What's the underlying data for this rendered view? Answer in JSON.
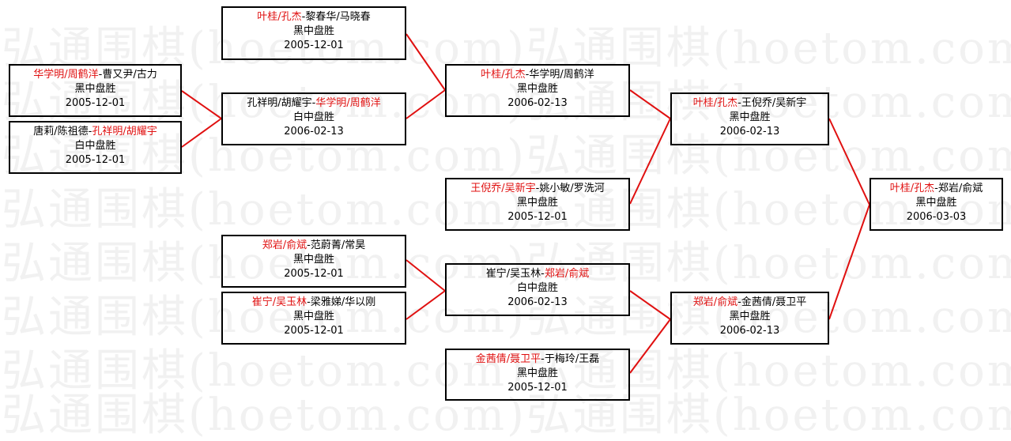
{
  "watermark": {
    "lines": [
      "弘通围棋(hoetom.com)弘通围棋(hoetom.com)",
      "弘通围棋(hoetom.com)弘通围棋(hoetom.com)",
      "弘通围棋(hoetom.com)弘通围棋(hoetom.com)",
      "弘通围棋(hoetom.com)弘通围棋(hoetom.com)",
      "弘通围棋(hoetom.com)弘通围棋(hoetom.com)",
      "弘通围棋(hoetom.com)弘通围棋(hoetom.com)",
      "弘通围棋(hoetom.com)弘通围棋(hoetom.com)",
      "弘通围棋(hoetom.com)弘通围棋(hoetom.com)"
    ]
  },
  "colors": {
    "winner": "#e01010",
    "connector": "#e01010",
    "border": "#000000"
  },
  "matches": [
    {
      "id": "r1-m1",
      "winner_first": true,
      "winner": "华学明/周鹤洋",
      "loser": "曹又尹/古力",
      "result": "黑中盘胜",
      "date": "2005-12-01"
    },
    {
      "id": "r1-m2",
      "winner_first": false,
      "winner": "孔祥明/胡耀宇",
      "loser": "唐莉/陈祖德",
      "result": "白中盘胜",
      "date": "2005-12-01"
    },
    {
      "id": "r2-m1",
      "winner_first": true,
      "winner": "叶桂/孔杰",
      "loser": "黎春华/马晓春",
      "result": "黑中盘胜",
      "date": "2005-12-01"
    },
    {
      "id": "r2-m2",
      "winner_first": false,
      "winner": "华学明/周鹤洋",
      "loser": "孔祥明/胡耀宇",
      "result": "白中盘胜",
      "date": "2006-02-13"
    },
    {
      "id": "r2-m3",
      "winner_first": true,
      "winner": "郑岩/俞斌",
      "loser": "范蔚菁/常昊",
      "result": "黑中盘胜",
      "date": "2005-12-01"
    },
    {
      "id": "r2-m4",
      "winner_first": true,
      "winner": "崔宁/吴玉林",
      "loser": "梁雅娣/华以刚",
      "result": "黑中盘胜",
      "date": "2005-12-01"
    },
    {
      "id": "r3-m1",
      "winner_first": true,
      "winner": "叶桂/孔杰",
      "loser": "华学明/周鹤洋",
      "result": "黑中盘胜",
      "date": "2006-02-13"
    },
    {
      "id": "r3-m2",
      "winner_first": true,
      "winner": "王倪乔/吴新宇",
      "loser": "姚小敏/罗洗河",
      "result": "黑中盘胜",
      "date": "2005-12-01"
    },
    {
      "id": "r3-m3",
      "winner_first": false,
      "winner": "郑岩/俞斌",
      "loser": "崔宁/吴玉林",
      "result": "白中盘胜",
      "date": "2006-02-13"
    },
    {
      "id": "r3-m4",
      "winner_first": true,
      "winner": "金茜倩/聂卫平",
      "loser": "于梅玲/王磊",
      "result": "黑中盘胜",
      "date": "2005-12-01"
    },
    {
      "id": "r4-m1",
      "winner_first": true,
      "winner": "叶桂/孔杰",
      "loser": "王倪乔/吴新宇",
      "result": "黑中盘胜",
      "date": "2006-02-13"
    },
    {
      "id": "r4-m2",
      "winner_first": true,
      "winner": "郑岩/俞斌",
      "loser": "金茜倩/聂卫平",
      "result": "黑中盘胜",
      "date": "2006-02-13"
    },
    {
      "id": "final",
      "winner_first": true,
      "winner": "叶桂/孔杰",
      "loser": "郑岩/俞斌",
      "result": "黑中盘胜",
      "date": "2006-03-03"
    }
  ]
}
